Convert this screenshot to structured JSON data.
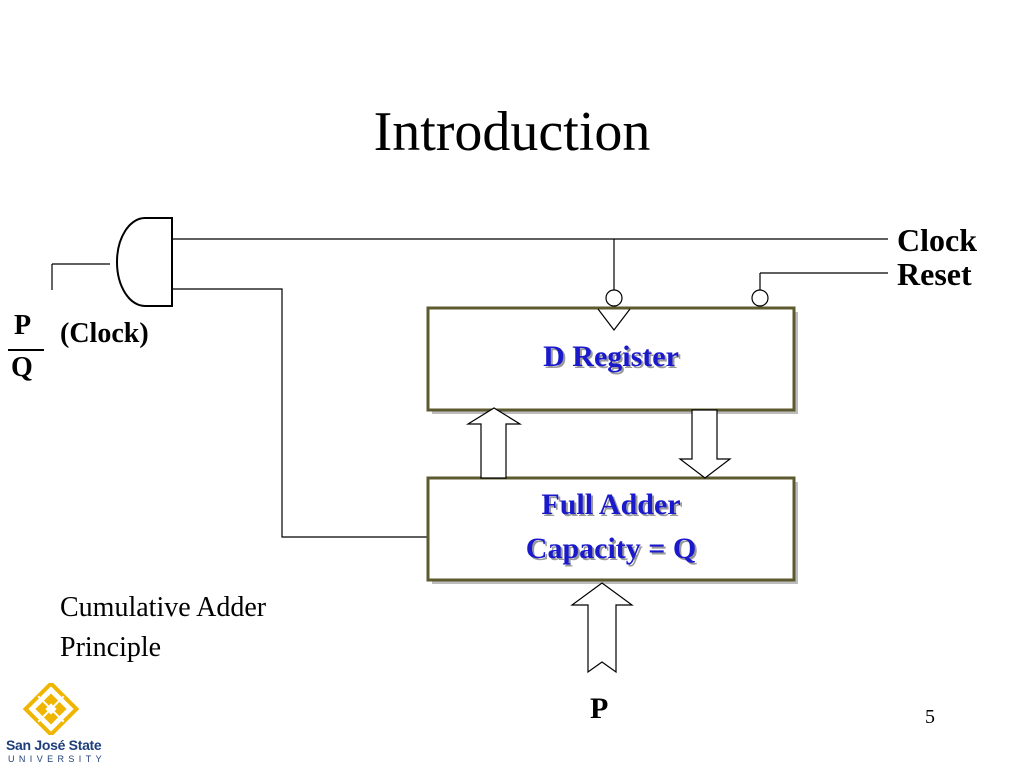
{
  "slide": {
    "title": "Introduction",
    "page_number": "5"
  },
  "diagram": {
    "labels": {
      "clock": "Clock",
      "reset": "Reset",
      "p_numerator": "P",
      "q_denominator": "Q",
      "clock_paren": "(Clock)",
      "p_input": "P"
    },
    "d_register": "D Register",
    "full_adder_line1": "Full Adder",
    "full_adder_line2": "Capacity = Q"
  },
  "caption": {
    "line1": "Cumulative Adder",
    "line2": "Principle"
  },
  "logo": {
    "name": "San José State",
    "university": "UNIVERSITY"
  },
  "colors": {
    "box_text": "#1a1acc",
    "box_border": "#5c5a2e",
    "logo_gold": "#f0b500",
    "logo_blue": "#1e3f7a"
  }
}
